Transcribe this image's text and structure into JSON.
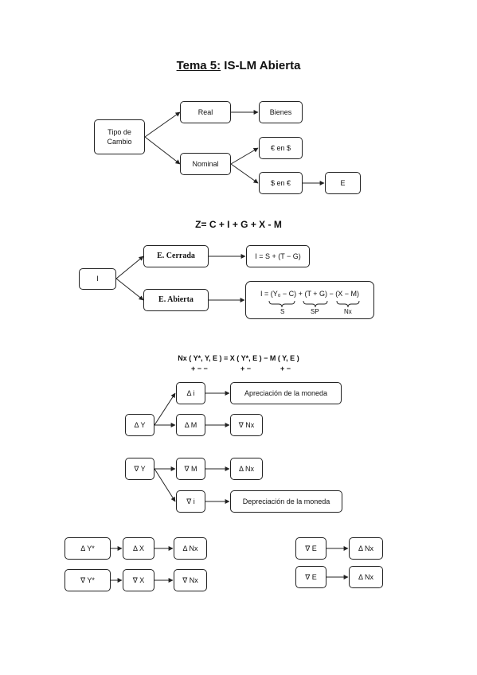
{
  "title": {
    "prefix": "Tema 5:",
    "rest": " IS-LM Abierta"
  },
  "section1": {
    "tipo": "Tipo de Cambio",
    "real": "Real",
    "bienes": "Bienes",
    "nominal": "Nominal",
    "euros_en_dolares": "€ en $",
    "dolares_en_euros": "$ en €",
    "e": "E"
  },
  "formula_z": "Z= C + I + G + X - M",
  "section2": {
    "i": "I",
    "cerrada": "E. Cerrada",
    "cerrada_eq": "I = S + (T − G)",
    "abierta": "E. Abierta",
    "abierta_eq": "I = (Y₀ − C) + (T + G) − (X − M)",
    "label_s": "S",
    "label_sp": "SP",
    "label_nx": "Nx"
  },
  "formula_nx": "Nx ( Y*, Y, E ) = X ( Y*, E ) − M ( Y, E )",
  "signs": {
    "s1": "+  −  −",
    "s2": "+  −",
    "s3": "+  −"
  },
  "section3": {
    "dy": "Δ Y",
    "di": "Δ i",
    "apreciacion": "Apreciación de la moneda",
    "dm": "Δ M",
    "nnx": "∇ Nx",
    "ny": "∇ Y",
    "nm": "∇ M",
    "dnx": "Δ Nx",
    "ni": "∇ i",
    "depreciacion": "Depreciación de la moneda"
  },
  "section4": {
    "dystar": "Δ Y*",
    "dx": "Δ X",
    "dnx": "Δ Nx",
    "nystar": "∇ Y*",
    "nx": "∇ X",
    "nnx": "∇ Nx",
    "ne1": "∇ E",
    "dnx_e1": "Δ Nx",
    "ne2": "∇ E",
    "dnx_e2": "Δ Nx"
  }
}
